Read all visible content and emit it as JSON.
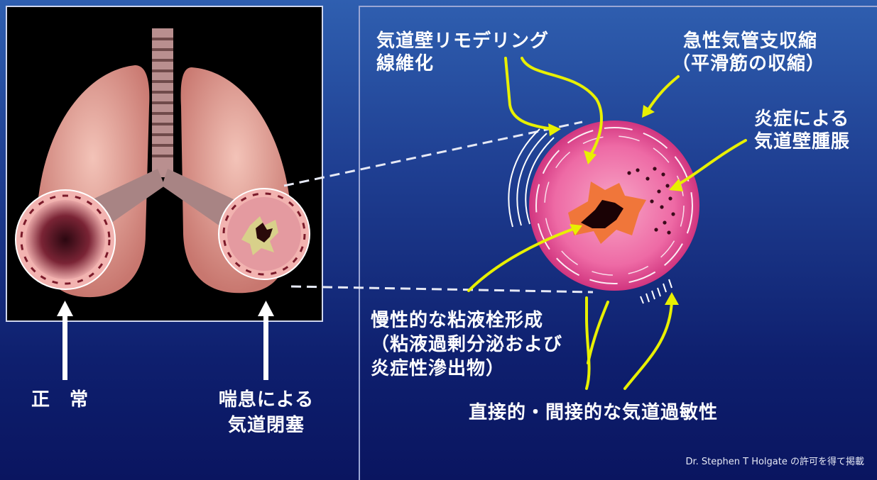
{
  "labels": {
    "normal": "正　常",
    "asthma_line1": "喘息による",
    "asthma_line2": "気道閉塞",
    "remodeling_line1": "気道壁リモデリング",
    "remodeling_line2": "線維化",
    "bronchoconstriction_line1": "急性気管支収縮",
    "bronchoconstriction_line2": "（平滑筋の収縮）",
    "edema_line1": "炎症による",
    "edema_line2": "気道壁腫脹",
    "mucus_line1": "慢性的な粘液栓形成",
    "mucus_line2": "（粘液過剰分泌および",
    "mucus_line3": "炎症性滲出物）",
    "hyperresponsiveness": "直接的・間接的な気道過敏性"
  },
  "credit": "Dr. Stephen T Holgate の許可を得て掲載",
  "colors": {
    "arrow_yellow": "#e8f000",
    "airway_pink": "#e8609c",
    "lung_pink": "#e7a29a"
  }
}
